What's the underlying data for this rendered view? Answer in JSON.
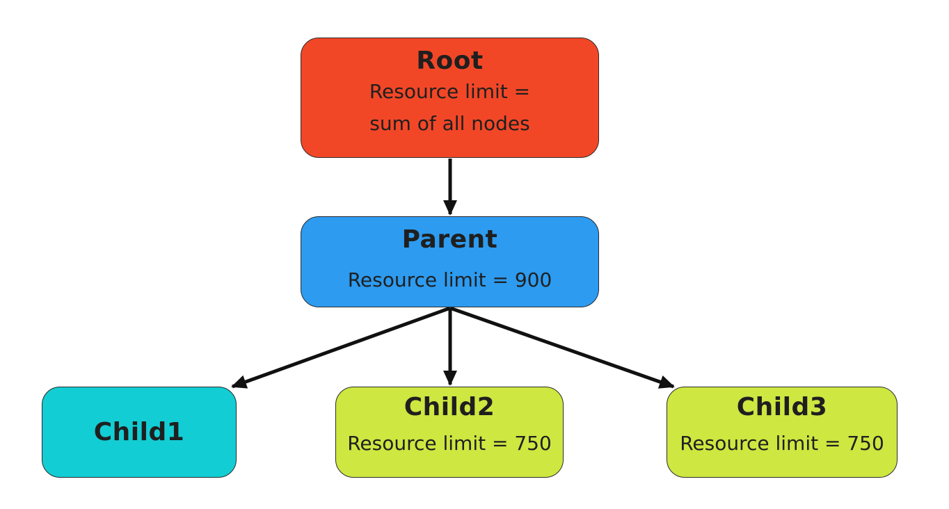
{
  "colors": {
    "root": "#f24727",
    "parent": "#2d9bf0",
    "child1": "#12cdd4",
    "child_limited": "#cee741",
    "edge": "#111111"
  },
  "nodes": {
    "root": {
      "title": "Root",
      "line1": "Resource limit =",
      "line2": "sum of all nodes"
    },
    "parent": {
      "title": "Parent",
      "text": "Resource limit = 900"
    },
    "child1": {
      "title": "Child1"
    },
    "child2": {
      "title": "Child2",
      "text": "Resource limit = 750"
    },
    "child3": {
      "title": "Child3",
      "text": "Resource limit = 750"
    }
  },
  "edges": [
    {
      "from": "root",
      "to": "parent"
    },
    {
      "from": "parent",
      "to": "child1"
    },
    {
      "from": "parent",
      "to": "child2"
    },
    {
      "from": "parent",
      "to": "child3"
    }
  ]
}
